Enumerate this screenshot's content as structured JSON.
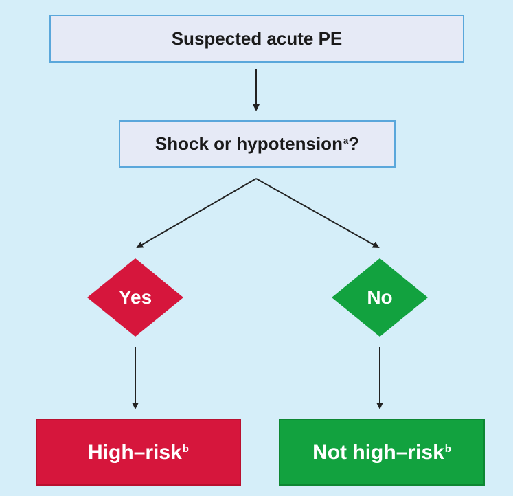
{
  "diagram": {
    "start": {
      "label": "Suspected acute PE"
    },
    "question": {
      "label": "Shock or hypotension",
      "footnote": "a",
      "suffix": "?"
    },
    "branch_yes": {
      "label": "Yes",
      "color": "#d6163c"
    },
    "branch_no": {
      "label": "No",
      "color": "#12a23f"
    },
    "outcome_yes": {
      "label": "High–risk",
      "footnote": "b",
      "color": "#d6163c"
    },
    "outcome_no": {
      "label": "Not high–risk",
      "footnote": "b",
      "color": "#12a23f"
    }
  }
}
